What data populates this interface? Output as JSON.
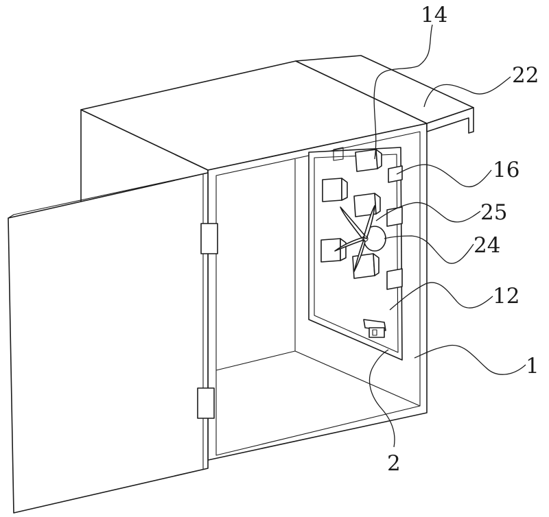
{
  "labels": {
    "l14": "14",
    "l22": "22",
    "l16": "16",
    "l25": "25",
    "l24": "24",
    "l12": "12",
    "l1": "1",
    "l2": "2"
  }
}
